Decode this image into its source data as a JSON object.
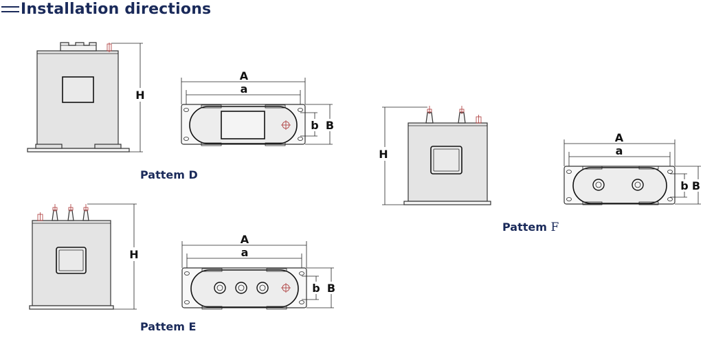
{
  "header": {
    "title": "Installation directions"
  },
  "patterns": [
    {
      "id": "D",
      "prefix": "Pattem ",
      "letter": "D"
    },
    {
      "id": "E",
      "prefix": "Pattem ",
      "letter": "E"
    },
    {
      "id": "F",
      "prefix": "Pattem ",
      "letter": "F"
    }
  ],
  "dimensions": {
    "height": "H",
    "outer_length": "A",
    "inner_length": "a",
    "inner_width": "b",
    "outer_width": "B"
  },
  "colors": {
    "title": "#1a2a5a",
    "terminal_marker": "#aa3333",
    "body_gray": "#e4e4e4"
  }
}
